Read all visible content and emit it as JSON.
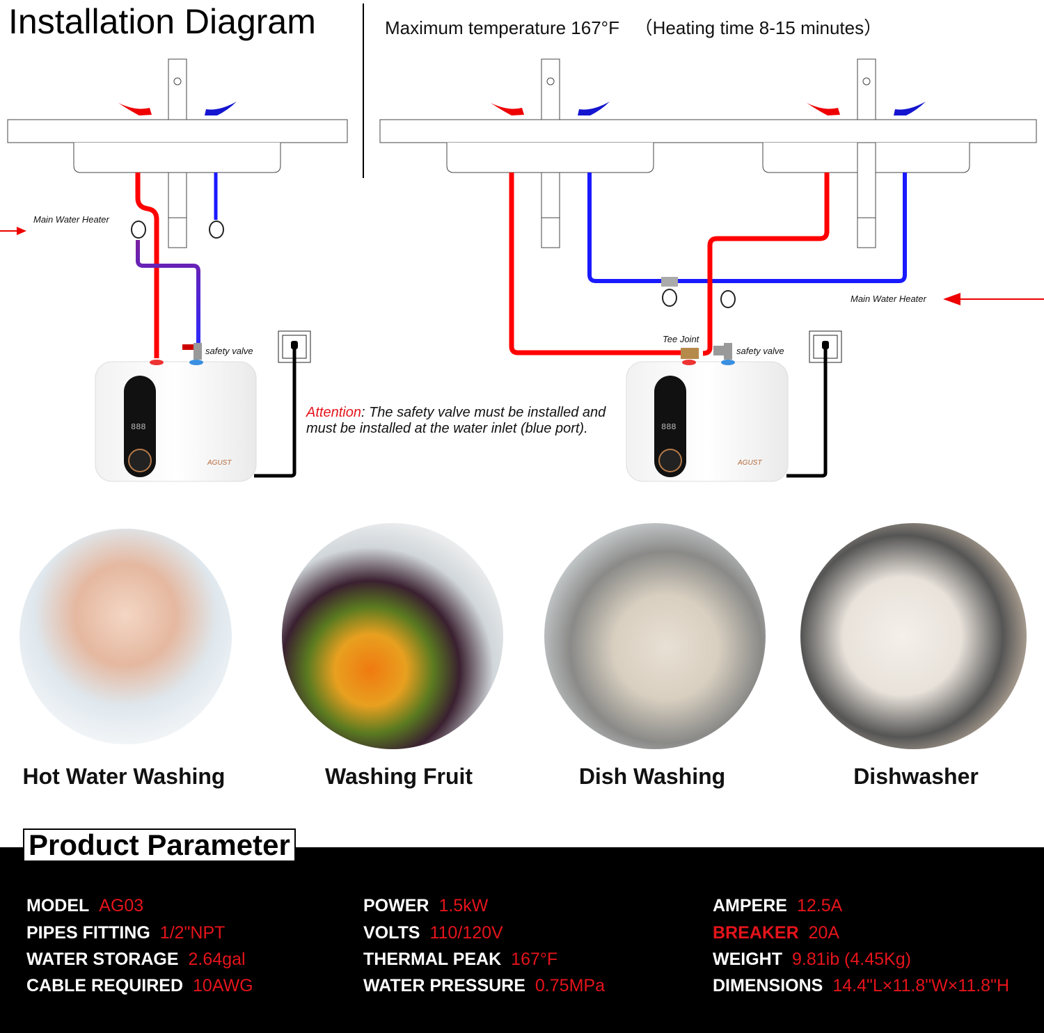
{
  "title": "Installation Diagram",
  "subtitle": "Maximum temperature 167°F   （Heating time 8-15 minutes）",
  "colors": {
    "hot": "#ff0000",
    "cold": "#1a1aff",
    "inlet": "#6a1fa0",
    "accent": "#e4141b",
    "band": "#000000"
  },
  "diagram": {
    "left": {
      "main_water_heater": "Main Water Heater",
      "safety_valve": "safety valve"
    },
    "right": {
      "main_water_heater": "Main Water Heater",
      "safety_valve": "safety valve",
      "tee_joint": "Tee Joint"
    },
    "heater_brand": "AGUST",
    "heater_display": "888"
  },
  "attention": {
    "label": "Attention",
    "text": ": The safety valve must be installed and must be installed at the water inlet (blue port)."
  },
  "uses": [
    {
      "label": "Hot Water Washing"
    },
    {
      "label": "Washing Fruit"
    },
    {
      "label": "Dish Washing"
    },
    {
      "label": "Dishwasher"
    }
  ],
  "parameters": {
    "title": "Product Parameter",
    "columns": [
      [
        {
          "key": "MODEL",
          "value": "AG03"
        },
        {
          "key": "PIPES FITTING",
          "value": "1/2\"NPT"
        },
        {
          "key": "WATER STORAGE",
          "value": "2.64gal"
        },
        {
          "key": "CABLE REQUIRED",
          "value": "10AWG"
        }
      ],
      [
        {
          "key": "POWER",
          "value": "1.5kW"
        },
        {
          "key": "VOLTS",
          "value": "110/120V"
        },
        {
          "key": "THERMAL PEAK",
          "value": "167°F"
        },
        {
          "key": "WATER PRESSURE",
          "value": "0.75MPa"
        }
      ],
      [
        {
          "key": "AMPERE",
          "value": "12.5A"
        },
        {
          "key": "BREAKER",
          "value": "20A"
        },
        {
          "key": "WEIGHT",
          "value": "9.81ib (4.45Kg)"
        },
        {
          "key": "DIMENSIONS",
          "value": "14.4\"L×11.8\"W×11.8\"H"
        }
      ]
    ]
  }
}
